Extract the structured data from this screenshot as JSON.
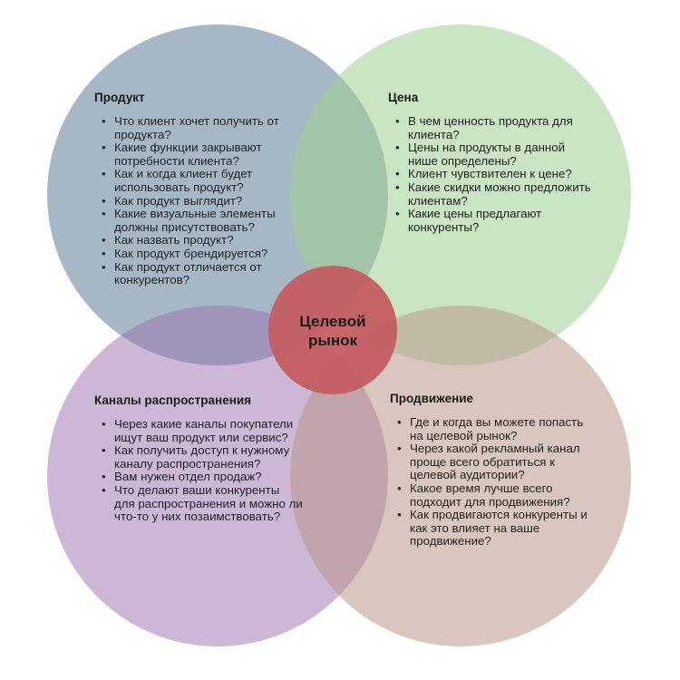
{
  "colors": {
    "product": "#6f8aa3",
    "price": "#9fcf92",
    "channels": "#9e74b0",
    "promotion": "#b9988a",
    "center": "#c35d62"
  },
  "center": {
    "label": "Целевой\nрынок"
  },
  "product": {
    "title": "Продукт",
    "items": [
      "Что клиент хочет получить от продукта?",
      "Какие функции закрывают потребности клиента?",
      "Как и когда клиент будет использовать продукт?",
      "Как продукт выглядит?",
      "Какие визуальные элементы должны присутствовать?",
      "Как назвать продукт?",
      "Как продукт брендируется?",
      "Как продукт отличается от конкурентов?"
    ]
  },
  "price": {
    "title": "Цена",
    "items": [
      "В чем ценность продукта для клиента?",
      "Цены на продукты в данной нише определены?",
      "Клиент чувствителен к цене?",
      "Какие скидки можно предложить клиентам?",
      "Какие цены предлагают конкуренты?"
    ]
  },
  "channels": {
    "title": "Каналы распространения",
    "items": [
      "Через какие каналы покупатели ищут ваш продукт или сервис?",
      "Как получить доступ к нужному каналу распространения?",
      "Вам нужен отдел продаж?",
      "Что делают ваши конкуренты для распространения и можно ли что-то у них позаимствовать?"
    ]
  },
  "promotion": {
    "title": "Продвижение",
    "items": [
      "Где и когда вы можете попасть на целевой рынок?",
      "Через какой рекламный канал проще всего обратиться к целевой аудитории?",
      "Какое время лучше всего подходит для продвижения?",
      "Как продвигаются конкуренты и как это влияет на ваше продвижение?"
    ]
  }
}
